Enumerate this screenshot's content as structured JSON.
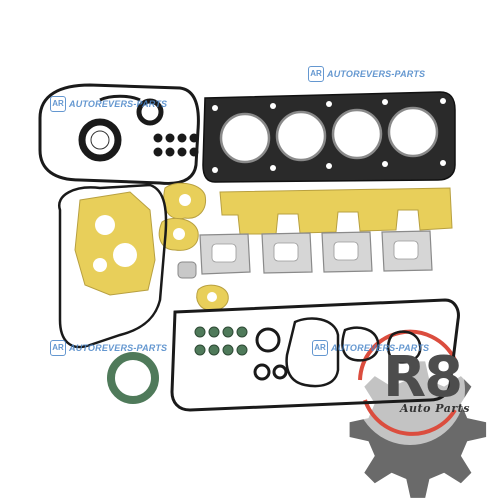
{
  "photo": {
    "subject": "engine gasket kit",
    "background": "#ffffff"
  },
  "watermarks": [
    {
      "text": "AUTOREVERS-PARTS",
      "badge": "AR"
    },
    {
      "text": "AUTOREVERS-PARTS",
      "badge": "AR"
    },
    {
      "text": "AUTOREVERS-PARTS",
      "badge": "AR"
    },
    {
      "text": "AUTOREVERS-PARTS",
      "badge": "AR"
    }
  ],
  "logo": {
    "brand": "R8",
    "subtitle": "Auto Parts"
  },
  "colors": {
    "gasket_black": "#1a1a1a",
    "gasket_yellow": "#e8cf5a",
    "gasket_metal": "#c8c8c8",
    "gasket_green": "#4f7a5a",
    "watermark_blue": "#4a86c8",
    "logo_gray": "#4d4d4d",
    "logo_red": "#d83a2a"
  }
}
